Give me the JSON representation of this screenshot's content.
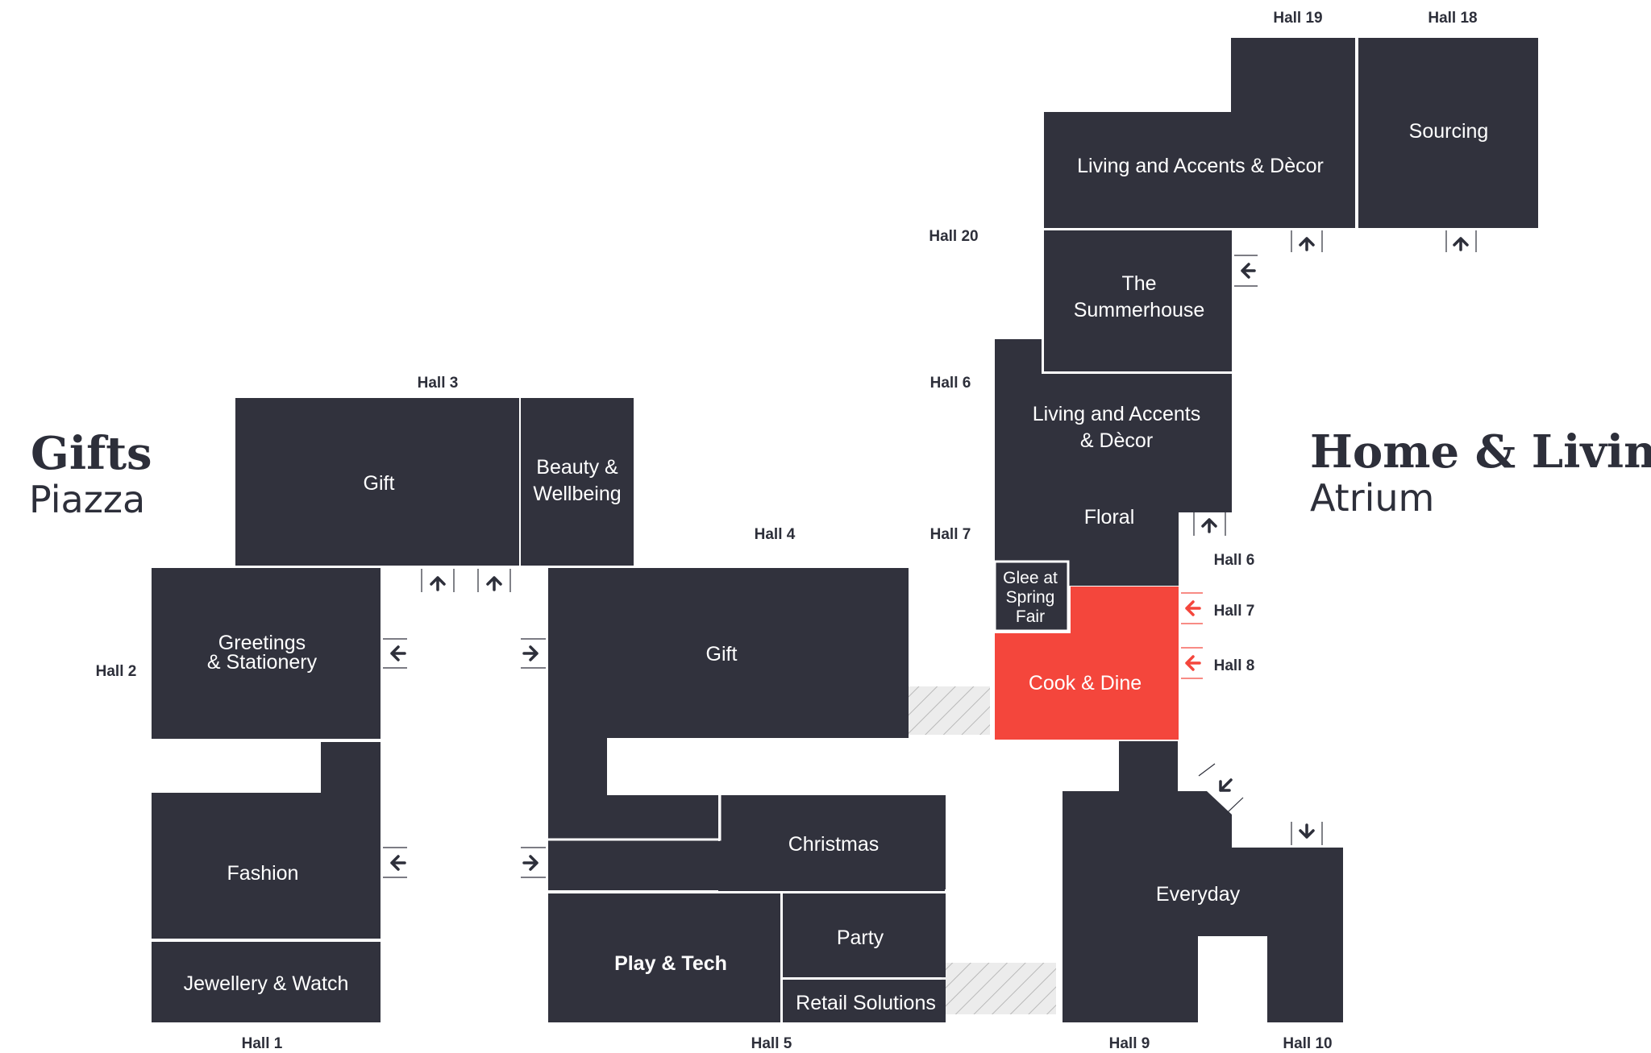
{
  "areas": {
    "gifts_piazza": {
      "title": "Gifts",
      "subtitle": "Piazza"
    },
    "home_living_atrium": {
      "title": "Home & Living",
      "subtitle": "Atrium"
    }
  },
  "zones": {
    "gift_hall3": "Gift",
    "beauty": [
      "Beauty &",
      "Wellbeing"
    ],
    "greetings": [
      "Greetings",
      "& Stationery"
    ],
    "fashion": "Fashion",
    "jewellery": "Jewellery & Watch",
    "gift_hall4": "Gift",
    "christmas": "Christmas",
    "play_tech": "Play & Tech",
    "party": "Party",
    "retail_solutions": "Retail Solutions",
    "living_top": "Living and Accents & Dècor",
    "sourcing": "Sourcing",
    "summerhouse": [
      "The",
      "Summerhouse"
    ],
    "living_mid": [
      "Living and Accents",
      "& Dècor"
    ],
    "floral": "Floral",
    "glee": [
      "Glee at",
      "Spring",
      "Fair"
    ],
    "cook_dine": "Cook & Dine",
    "everyday": "Everyday"
  },
  "halls": {
    "hall1": "Hall 1",
    "hall2": "Hall 2",
    "hall3": "Hall 3",
    "hall4": "Hall 4",
    "hall5": "Hall 5",
    "hall6_left": "Hall 6",
    "hall7_left": "Hall 7",
    "hall6_right": "Hall 6",
    "hall7_right": "Hall 7",
    "hall8": "Hall 8",
    "hall9": "Hall 9",
    "hall10": "Hall 10",
    "hall18": "Hall 18",
    "hall19": "Hall 19",
    "hall20": "Hall 20"
  },
  "colors": {
    "block": "#31323d",
    "highlight": "#f4463c",
    "text_dark": "#2d2f3a"
  }
}
